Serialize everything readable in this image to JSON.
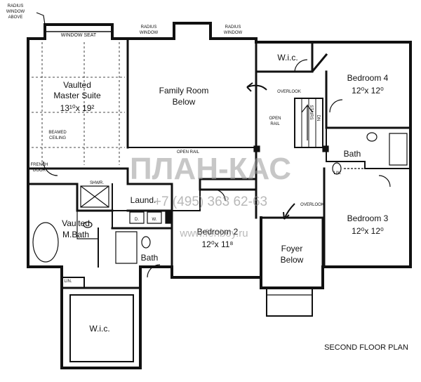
{
  "plan": {
    "caption": "SECOND FLOOR PLAN",
    "notes": {
      "radius_window_above_1": "RADIUS",
      "radius_window_above_2": "WINDOW",
      "radius_window_above_3": "ABOVE",
      "window_seat": "WINDOW SEAT",
      "radius_window_left_1": "RADIUS",
      "radius_window_left_2": "WINDOW",
      "radius_window_right_1": "RADIUS",
      "radius_window_right_2": "WINDOW",
      "beamed_ceiling_1": "BEAMED",
      "beamed_ceiling_2": "CEILING",
      "french_door_1": "FRENCH",
      "french_door_2": "DOOR",
      "overlook_top": "OVERLOOK",
      "overlook_bottom": "OVERLOOK",
      "open_rail_1": "OPEN",
      "open_rail_2": "RAIL",
      "open_rail_mid": "OPEN RAIL",
      "stairs": "STAIRS",
      "dn": "DN",
      "shwr": "SHWR.",
      "lin_left": "LIN.",
      "lin_right": "LIN.",
      "dryer": "D.",
      "washer": "W."
    },
    "rooms": {
      "master_1": "Vaulted",
      "master_2": "Master Suite",
      "master_dim": "13¹⁰x 19²",
      "family_1": "Family Room",
      "family_2": "Below",
      "wic_top": "W.i.c.",
      "bed4_name": "Bedroom 4",
      "bed4_dim": "12⁰x 12⁰",
      "bath_right": "Bath",
      "bed3_name": "Bedroom 3",
      "bed3_dim": "12⁰x 12⁰",
      "laund": "Laund.",
      "mbath_1": "Vaulted",
      "mbath_2": "M.Bath",
      "bed2_name": "Bedroom 2",
      "bed2_dim": "12⁰x 11⁸",
      "bath_mid": "Bath",
      "foyer_1": "Foyer",
      "foyer_2": "Below",
      "wic_bottom": "W.i.c."
    },
    "watermark": {
      "brand": "ПЛАН-КАС",
      "phone": "+7 (495) 363 62-63",
      "site": "www.fenboy.ru"
    }
  }
}
